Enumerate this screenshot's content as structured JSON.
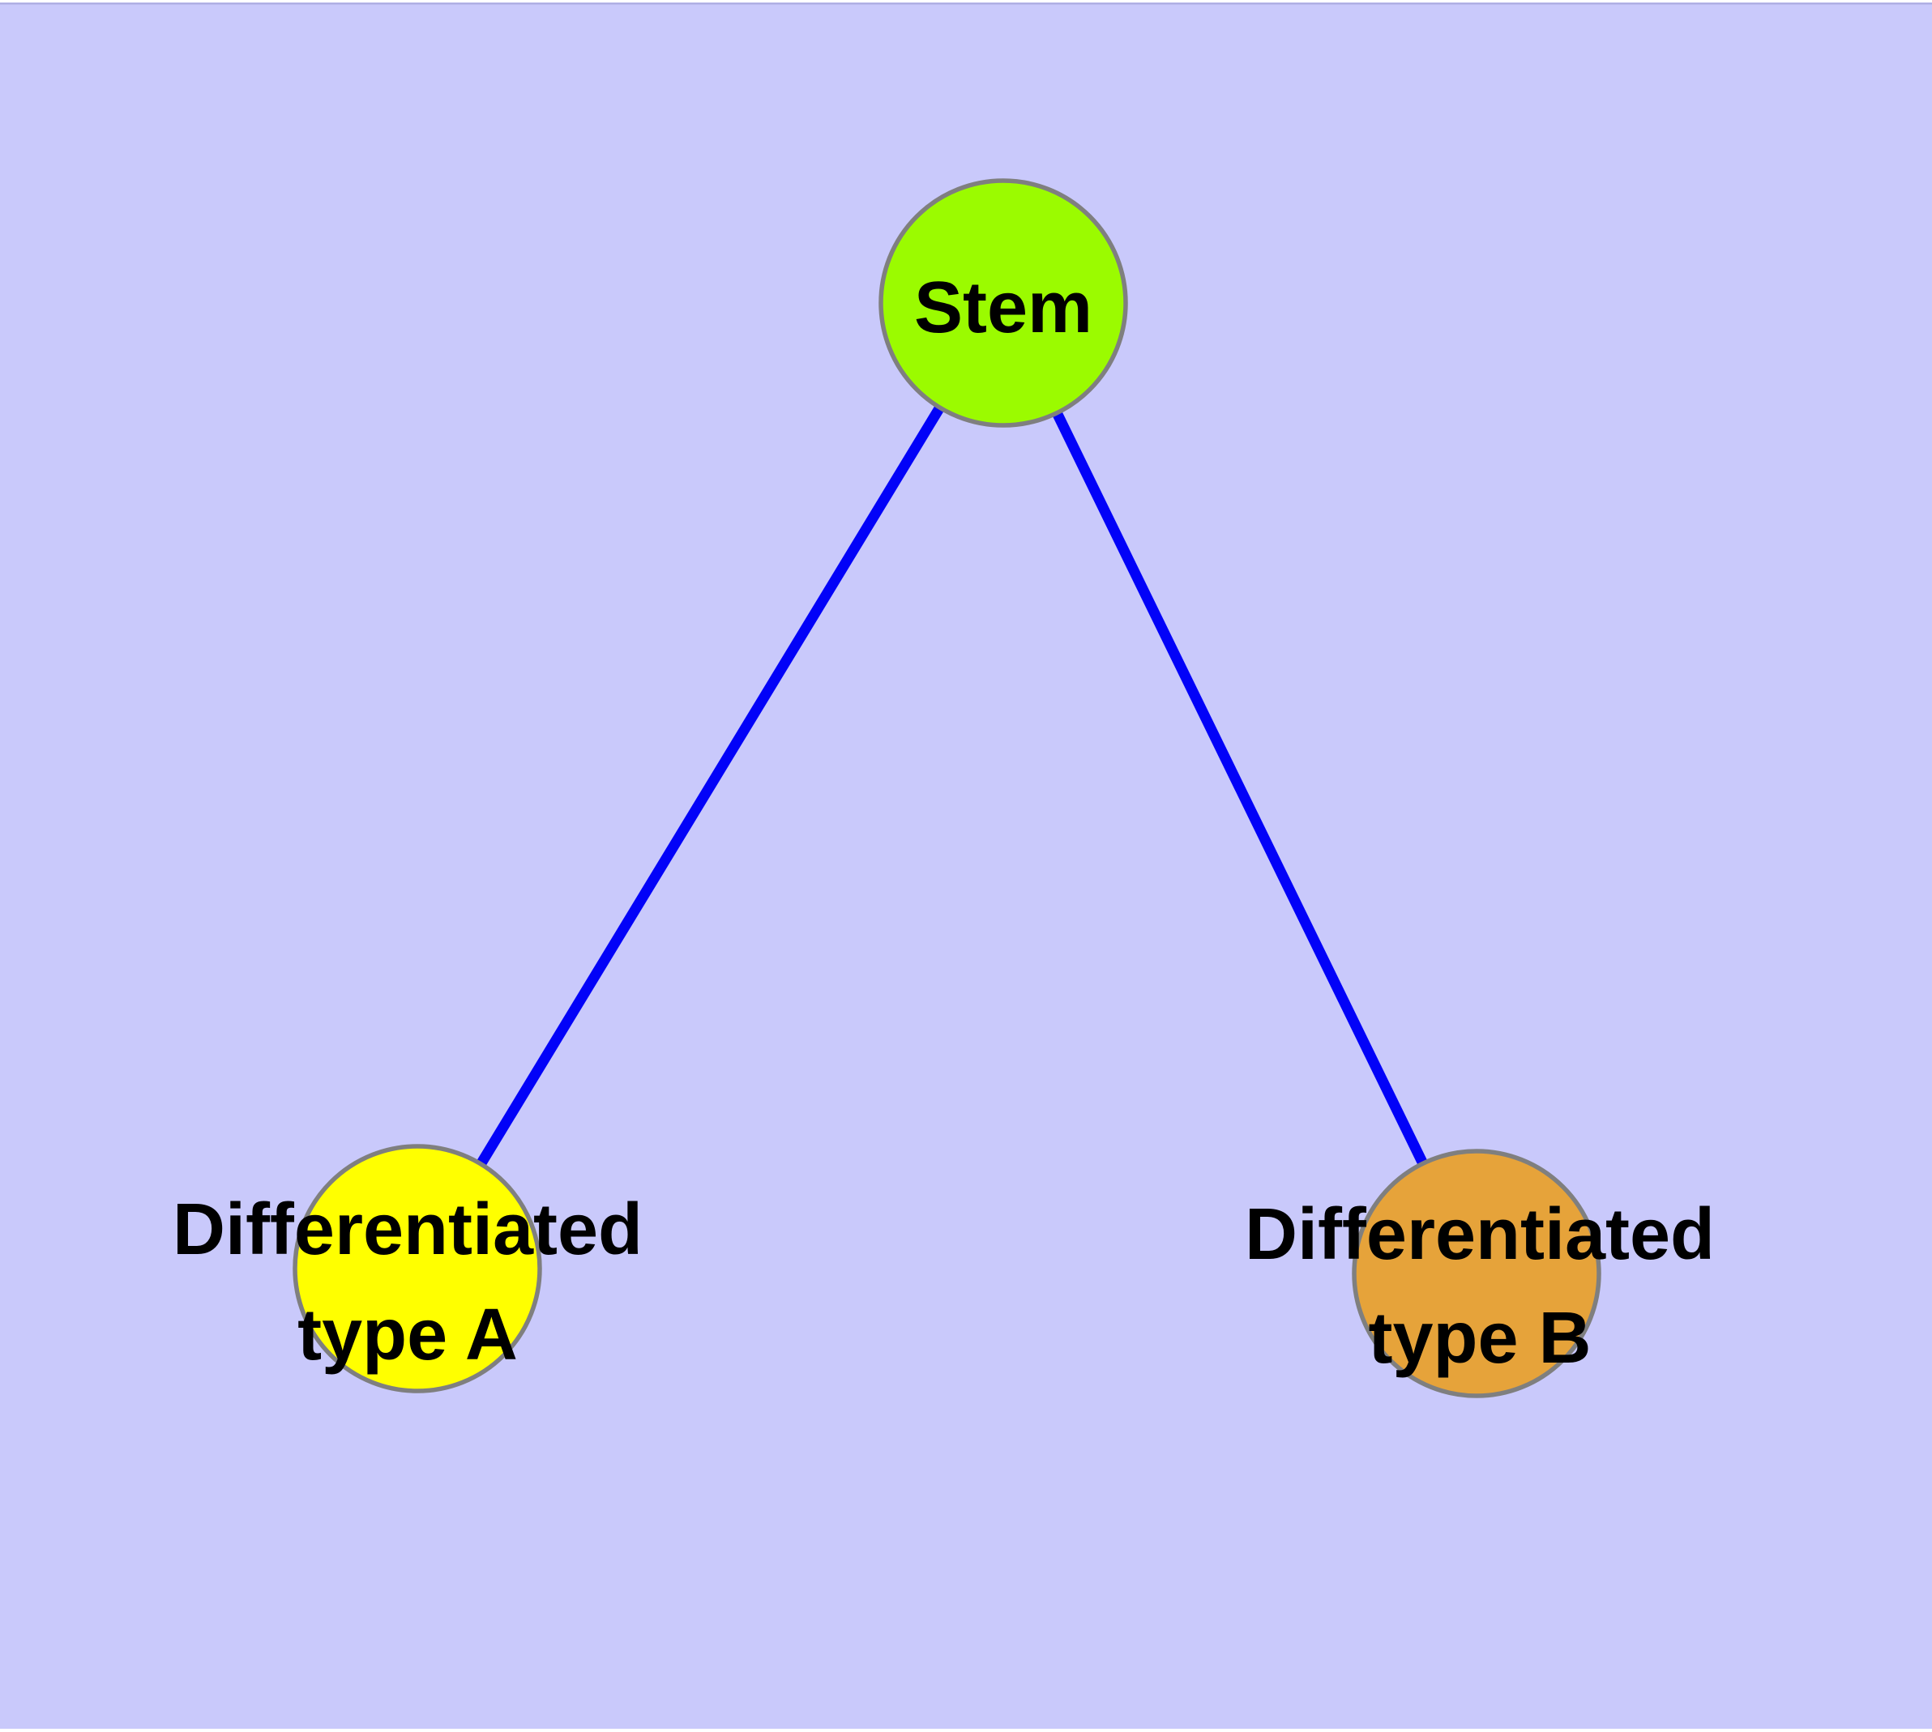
{
  "canvas": {
    "background": "#c9c9fb",
    "page_background": "#ffffff"
  },
  "graph": {
    "edge_color": "#0202f8",
    "node_border_color": "#7f7f7f",
    "label_color": "#000000",
    "nodes": [
      {
        "id": "stem",
        "label": "Stem",
        "color": "#9bfb00"
      },
      {
        "id": "differentiated-type-a",
        "label_line1": "Differentiated",
        "label_line2": "type A",
        "color": "#ffff00"
      },
      {
        "id": "differentiated-type-b",
        "label_line1": "Differentiated",
        "label_line2": "type B",
        "color": "#e6a33a"
      }
    ],
    "edges": [
      {
        "from": "Stem",
        "to": "Differentiated type A"
      },
      {
        "from": "Stem",
        "to": "Differentiated type B"
      }
    ]
  }
}
